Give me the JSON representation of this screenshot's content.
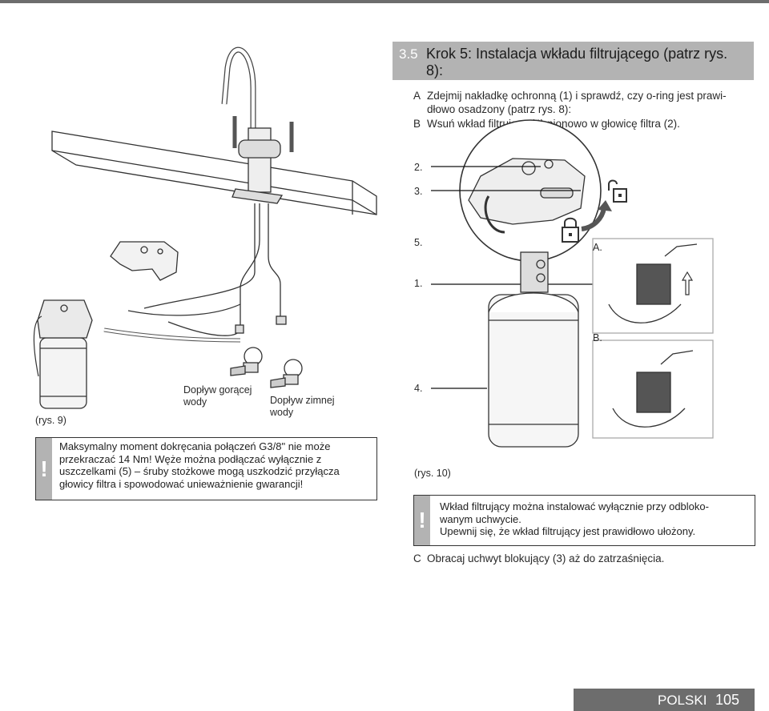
{
  "heading": {
    "number": "3.5",
    "title": "Krok 5: Instalacja wkładu filtrującego (patrz rys. 8):"
  },
  "steps": [
    {
      "letter": "A",
      "line1": "Zdejmij nakładkę ochronną (1) i sprawdź, czy o-ring jest prawi-",
      "line2": "dłowo osadzony (patrz rys. 8):"
    },
    {
      "letter": "B",
      "line1": "Wsuń wkład filtrujący (4) pionowo w głowicę filtra (2)."
    },
    {
      "letter": "C",
      "line1": "Obracaj uchwyt blokujący (3) aż do zatrzaśnięcia."
    }
  ],
  "figure9": {
    "caption": "(rys. 9)",
    "hot_label": [
      "Dopływ gorącej",
      "wody"
    ],
    "cold_label": [
      "Dopływ zimnej",
      "wody"
    ]
  },
  "figure10": {
    "caption": "(rys. 10)",
    "callouts": [
      "2.",
      "3.",
      "5.",
      "1.",
      "4."
    ],
    "inset_a": "A.",
    "inset_b": "B."
  },
  "warning1": {
    "symbol": "!",
    "lines": [
      "Maksymalny moment dokręcania połączeń G3/8\" nie może",
      "przekraczać 14 Nm! Węże można podłączać wyłącznie z",
      "uszczelkami (5) – śruby stożkowe mogą uszkodzić przyłącza",
      "głowicy filtra i spowodować unieważnienie gwarancji!"
    ]
  },
  "warning2": {
    "symbol": "!",
    "lines": [
      "Wkład filtrujący można instalować wyłącznie przy odbloko-",
      "wanym uchwycie.",
      "Upewnij się, że wkład filtrujący jest prawidłowo ułożony."
    ]
  },
  "footer": {
    "language": "POLSKI",
    "page": "105"
  },
  "colors": {
    "gray_bar": "#b3b3b3",
    "dark_bar": "#6d6d6d"
  },
  "icons": [
    "unlock-icon",
    "lock-icon",
    "arrow-up-icon",
    "rotate-arrow-icon"
  ]
}
